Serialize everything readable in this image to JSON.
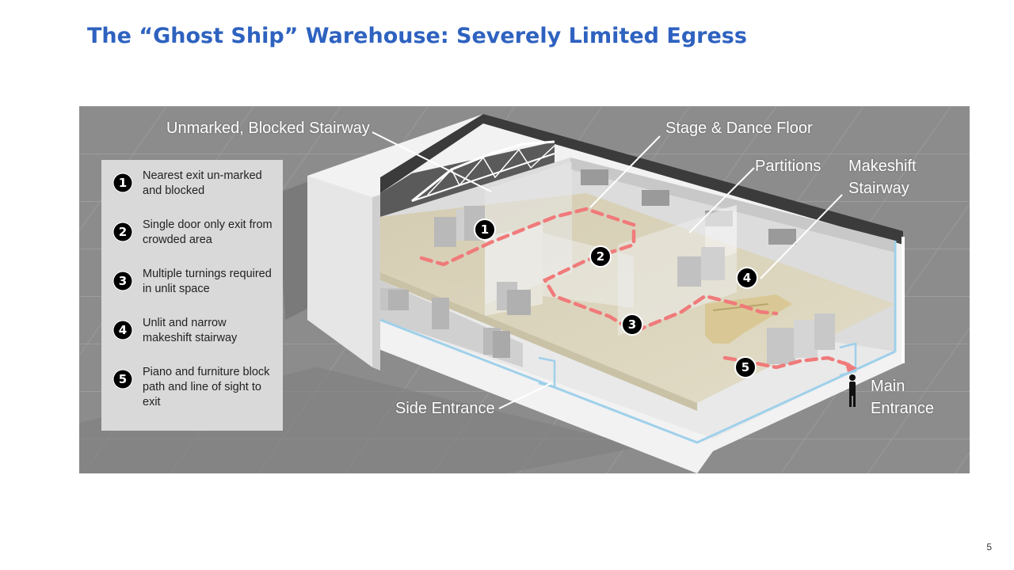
{
  "slide": {
    "title": "The “Ghost Ship” Warehouse: Severely Limited Egress",
    "page_number": "5"
  },
  "callouts": {
    "blocked_stairway": "Unmarked, Blocked Stairway",
    "stage": "Stage & Dance Floor",
    "partitions": "Partitions",
    "makeshift_stairway": [
      "Makeshift",
      "Stairway"
    ],
    "side_entrance": "Side Entrance",
    "main_entrance": [
      "Main",
      "Entrance"
    ]
  },
  "legend": [
    {
      "number": "1",
      "text": "Nearest exit un-marked and blocked"
    },
    {
      "number": "2",
      "text": "Single door only exit from crowded area"
    },
    {
      "number": "3",
      "text": "Multiple turnings required in unlit space"
    },
    {
      "number": "4",
      "text": "Unlit and narrow makeshift stairway"
    },
    {
      "number": "5",
      "text": "Piano and furniture block path and line of sight to exit"
    }
  ],
  "markers": [
    "1",
    "2",
    "3",
    "4",
    "5"
  ],
  "colors": {
    "title": "#2e62c0",
    "exit_path": "#f07a7a",
    "background": "#8a8a8a",
    "floor": "#d8d2b8",
    "glass": "#9fd0ea"
  }
}
